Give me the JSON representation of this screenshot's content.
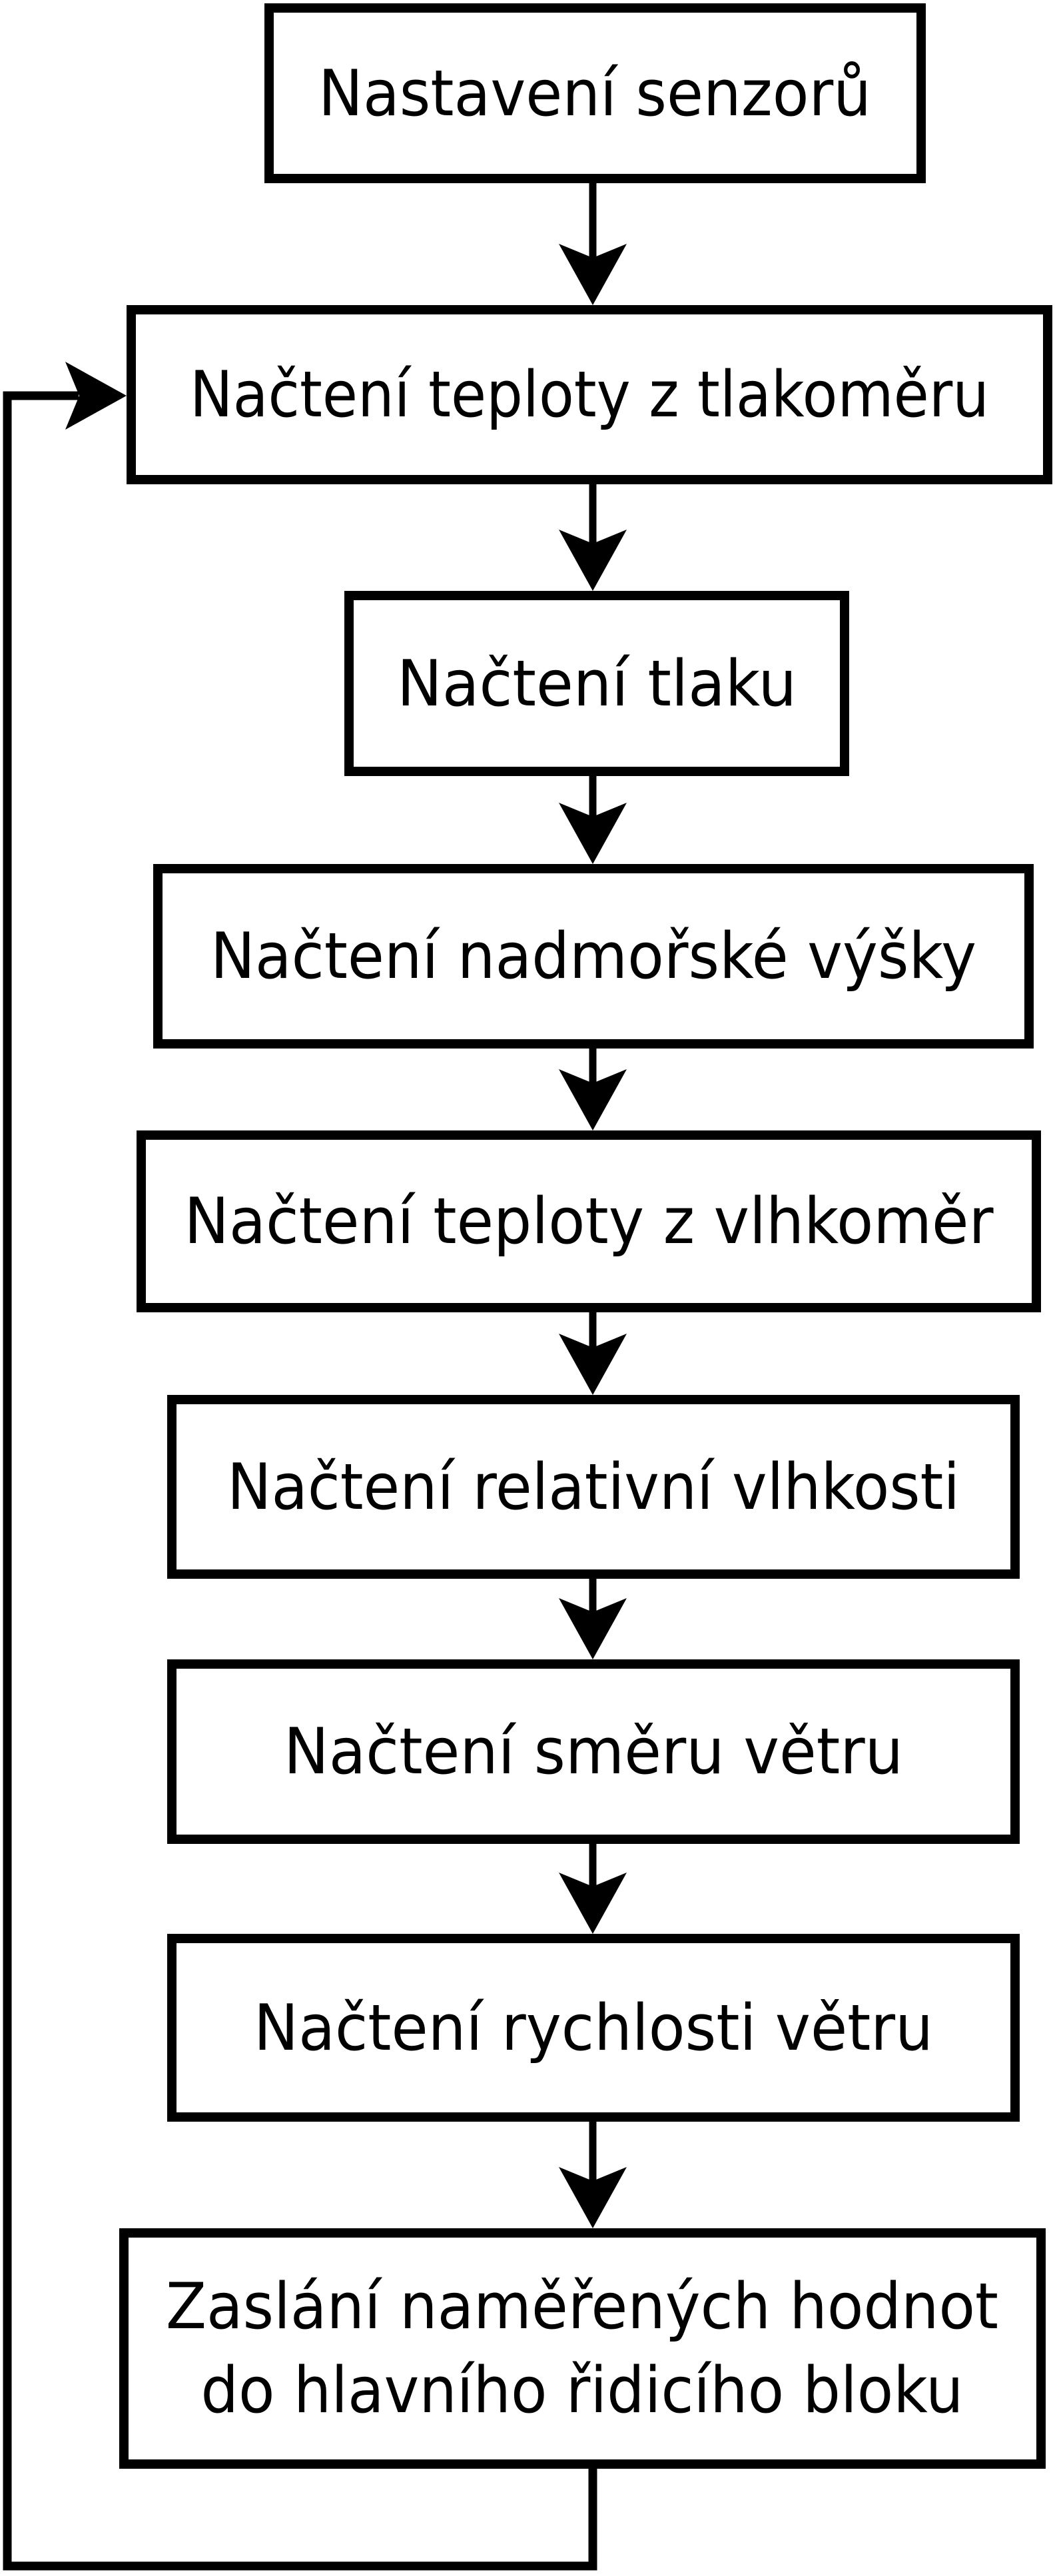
{
  "diagram": {
    "type": "flowchart",
    "language": "cs",
    "colors": {
      "background": "#ffffff",
      "node_fill": "#ffffff",
      "node_stroke": "#000000",
      "text": "#000000",
      "edge": "#000000"
    },
    "nodes": [
      {
        "id": "nastaveni-senzoru",
        "label": "Nastavení senzorů"
      },
      {
        "id": "nacteni-teploty-z-tlakomeru",
        "label": "Načtení teploty z tlakoměru"
      },
      {
        "id": "nacteni-tlaku",
        "label": "Načtení tlaku"
      },
      {
        "id": "nacteni-nadmorske-vysky",
        "label": "Načtení nadmořské výšky"
      },
      {
        "id": "nacteni-teploty-z-vlhkomer",
        "label": "Načtení teploty z vlhkoměr"
      },
      {
        "id": "nacteni-relativni-vlhkosti",
        "label": "Načtení relativní vlhkosti"
      },
      {
        "id": "nacteni-smeru-vetru",
        "label": "Načtení směru větru"
      },
      {
        "id": "nacteni-rychlosti-vetru",
        "label": "Načtení rychlosti větru"
      },
      {
        "id": "zaslani-namerenych-hodnot",
        "label": "Zaslání naměřených hodnot do hlavního řidicího bloku",
        "label_line1": "Zaslání naměřených hodnot",
        "label_line2": "do hlavního řidicího bloku"
      }
    ],
    "edges": [
      {
        "from": "nastaveni-senzoru",
        "to": "nacteni-teploty-z-tlakomeru",
        "style": "arrow-down"
      },
      {
        "from": "nacteni-teploty-z-tlakomeru",
        "to": "nacteni-tlaku",
        "style": "arrow-down"
      },
      {
        "from": "nacteni-tlaku",
        "to": "nacteni-nadmorske-vysky",
        "style": "arrow-down"
      },
      {
        "from": "nacteni-nadmorske-vysky",
        "to": "nacteni-teploty-z-vlhkomer",
        "style": "arrow-down"
      },
      {
        "from": "nacteni-teploty-z-vlhkomer",
        "to": "nacteni-relativni-vlhkosti",
        "style": "arrow-down"
      },
      {
        "from": "nacteni-relativni-vlhkosti",
        "to": "nacteni-smeru-vetru",
        "style": "arrow-down"
      },
      {
        "from": "nacteni-smeru-vetru",
        "to": "nacteni-rychlosti-vetru",
        "style": "arrow-down"
      },
      {
        "from": "nacteni-rychlosti-vetru",
        "to": "zaslani-namerenych-hodnot",
        "style": "arrow-down"
      },
      {
        "from": "zaslani-namerenych-hodnot",
        "to": "nacteni-teploty-z-tlakomeru",
        "style": "loop-back-left"
      }
    ]
  }
}
